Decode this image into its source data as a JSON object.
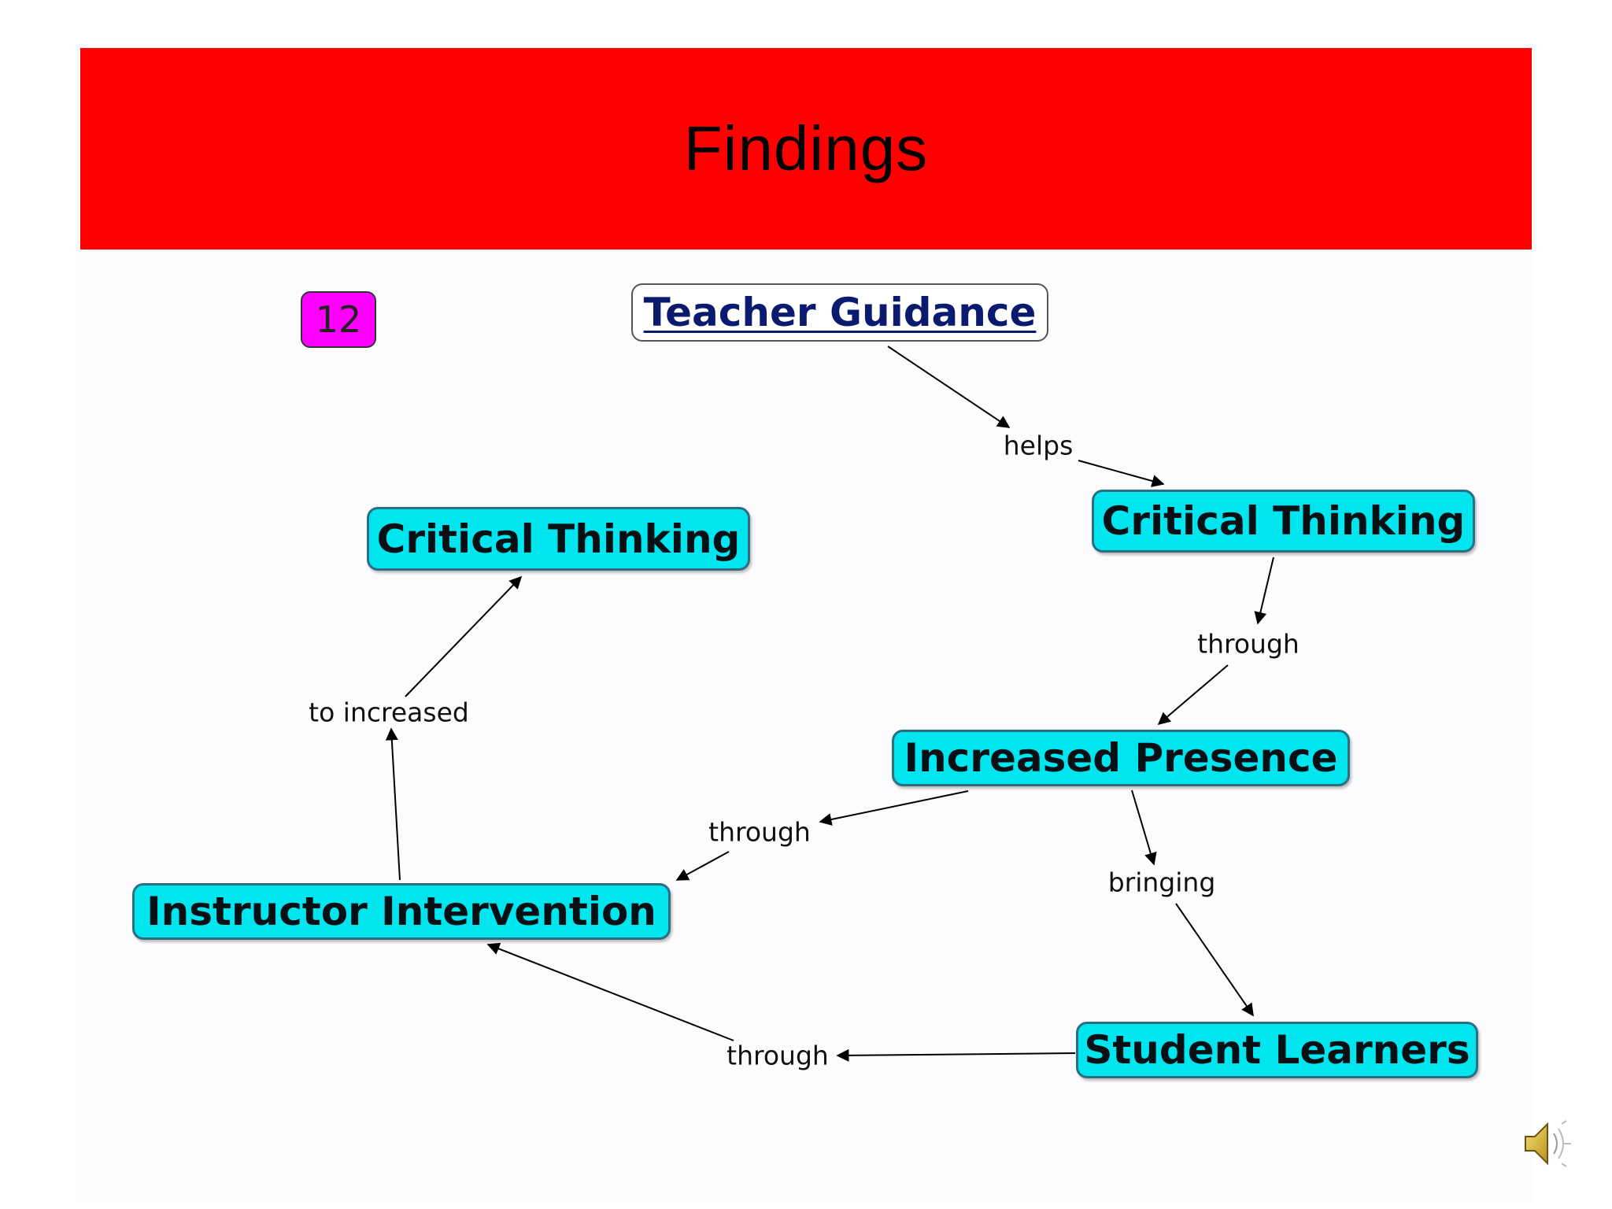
{
  "slide": {
    "title": "Findings",
    "header_color": "#ff0000",
    "page_number": "12",
    "page_badge_color": "#ff00ff"
  },
  "colors": {
    "node_fill": "#00e5ee",
    "root_fill": "#ffffff"
  },
  "nodes": [
    {
      "id": "teacher-guidance",
      "label": "Teacher Guidance"
    },
    {
      "id": "critical-thinking-right",
      "label": "Critical Thinking"
    },
    {
      "id": "increased-presence",
      "label": "Increased Presence"
    },
    {
      "id": "student-learners",
      "label": "Student Learners"
    },
    {
      "id": "instructor-intervention",
      "label": "Instructor Intervention"
    },
    {
      "id": "critical-thinking-left",
      "label": "Critical Thinking"
    }
  ],
  "links": [
    {
      "label": "helps",
      "from": "Teacher Guidance",
      "to": "Critical Thinking"
    },
    {
      "label": "through",
      "from": "Critical Thinking",
      "to": "Increased Presence"
    },
    {
      "label": "through",
      "from": "Increased Presence",
      "to": "Instructor Intervention"
    },
    {
      "label": "bringing",
      "from": "Increased Presence",
      "to": "Student Learners"
    },
    {
      "label": "through",
      "from": "Student Learners",
      "to": "Instructor Intervention"
    },
    {
      "label": "to increased",
      "from": "Instructor Intervention",
      "to": "Critical Thinking"
    }
  ],
  "icons": {
    "speaker": "speaker-icon"
  }
}
